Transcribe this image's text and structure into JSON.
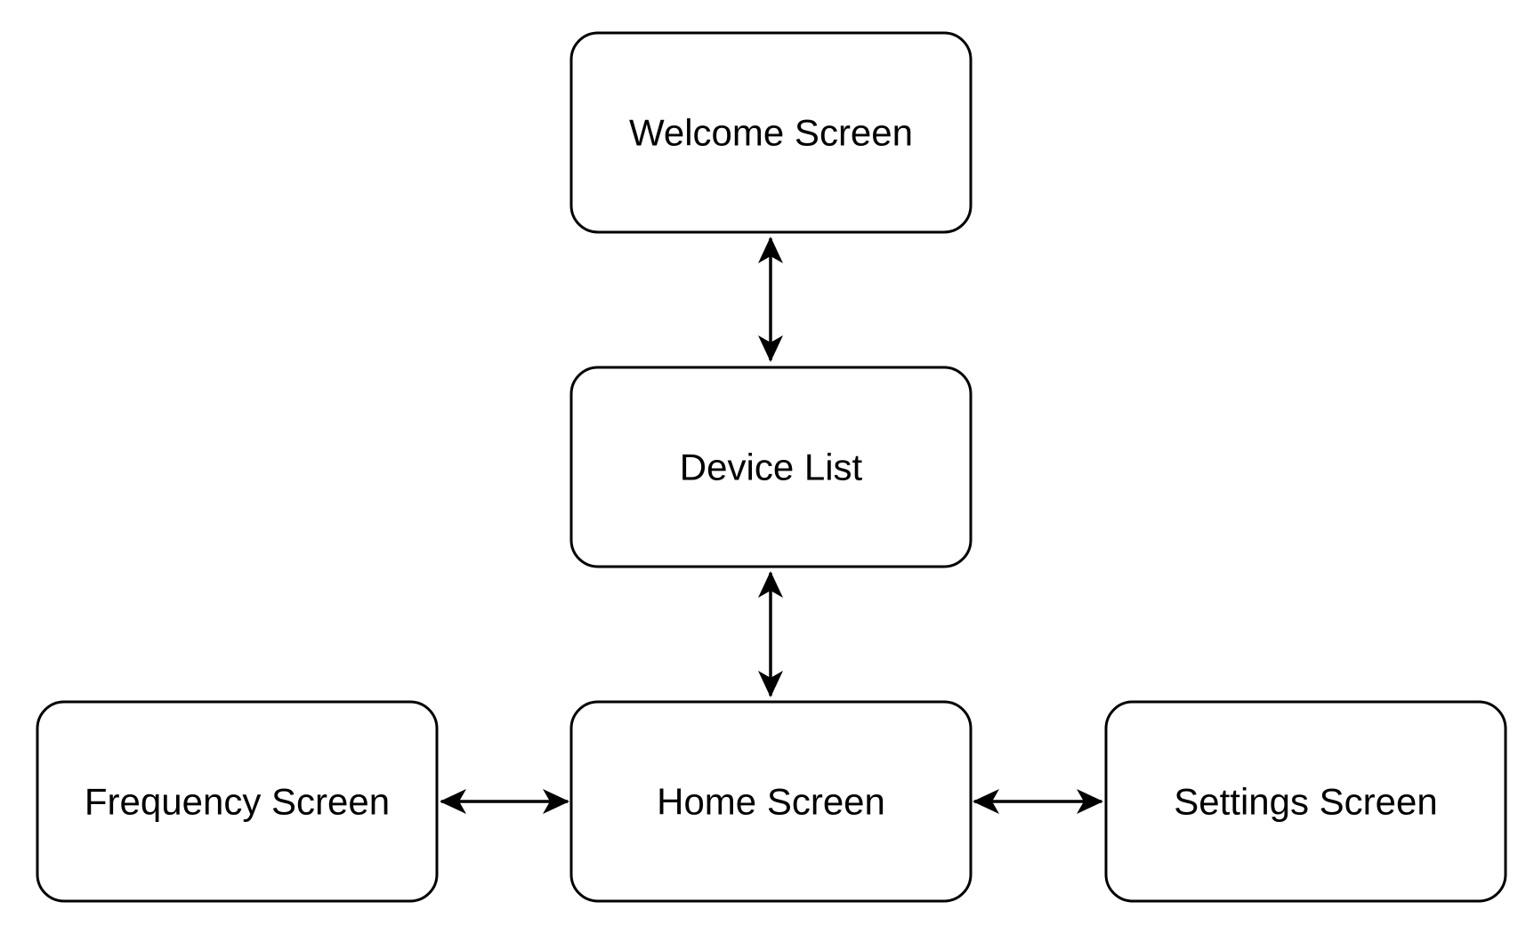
{
  "diagram": {
    "nodes": {
      "welcome": {
        "label": "Welcome Screen"
      },
      "device_list": {
        "label": "Device List"
      },
      "home": {
        "label": "Home Screen"
      },
      "frequency": {
        "label": "Frequency Screen"
      },
      "settings": {
        "label": "Settings Screen"
      }
    },
    "edges": [
      {
        "from": "welcome",
        "to": "device_list",
        "direction": "bidirectional"
      },
      {
        "from": "device_list",
        "to": "home",
        "direction": "bidirectional"
      },
      {
        "from": "frequency",
        "to": "home",
        "direction": "bidirectional"
      },
      {
        "from": "home",
        "to": "settings",
        "direction": "bidirectional"
      }
    ],
    "colors": {
      "stroke": "#000000",
      "fill": "#ffffff",
      "text": "#000000"
    }
  }
}
